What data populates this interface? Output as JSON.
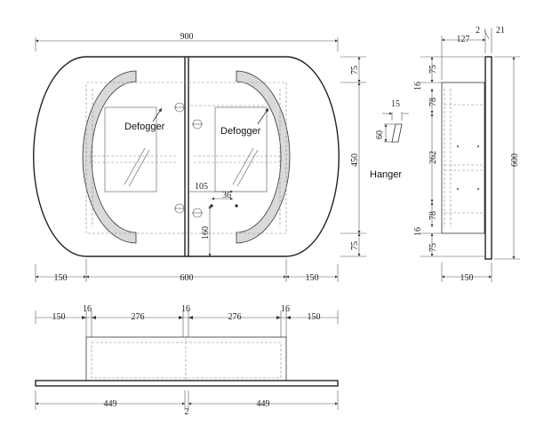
{
  "front_view": {
    "overall_width": "900",
    "overall_height": "450",
    "top_margin": "75",
    "bottom_margin": "75",
    "left_arc": "150",
    "center_width": "600",
    "right_arc": "150",
    "defogger_left": "Defogger",
    "defogger_right": "Defogger",
    "switch_offset_x": "105",
    "switch_spacing": "36",
    "switch_height": "160"
  },
  "hanger": {
    "label": "Hanger",
    "width": "15",
    "height": "60"
  },
  "side_view": {
    "depth_total": "127",
    "glass_gap": "2",
    "glass_thick": "21",
    "height_total": "600",
    "top_75": "75",
    "top_16": "16",
    "top_78": "78",
    "mid_262": "262",
    "bot_78": "78",
    "bot_16": "16",
    "bot_75": "75",
    "bottom_width": "150"
  },
  "top_view": {
    "left_150": "150",
    "left_16": "16",
    "left_276": "276",
    "mid_16": "16",
    "right_276": "276",
    "right_16": "16",
    "right_150": "150",
    "half_left": "449",
    "gap": "2",
    "half_right": "449"
  }
}
